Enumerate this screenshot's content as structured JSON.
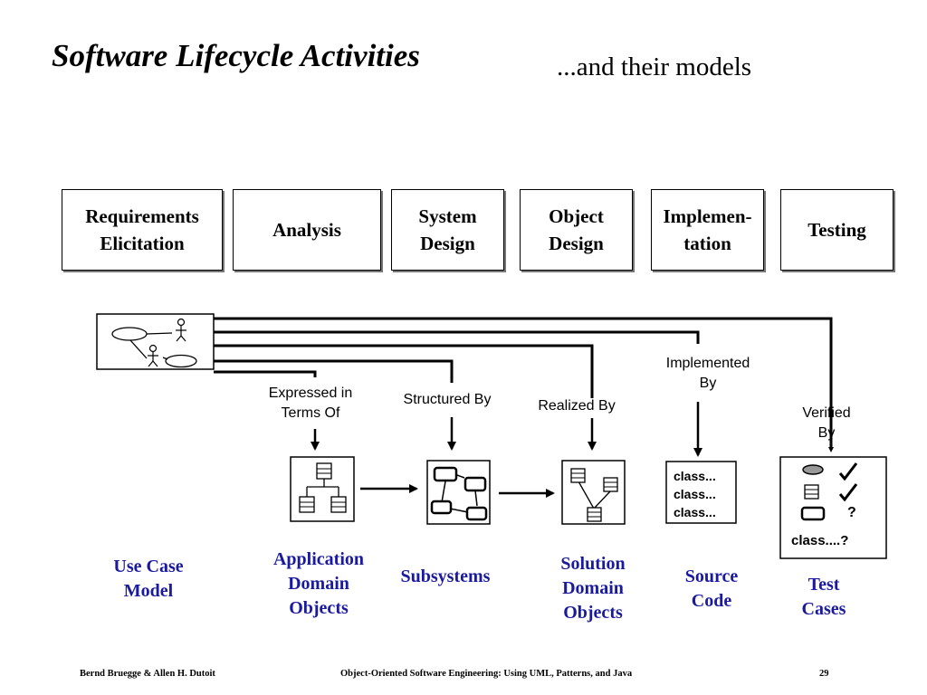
{
  "header": {
    "title": "Software Lifecycle Activities",
    "subtitle": "...and their models"
  },
  "activities": [
    {
      "label": "Requirements\nElicitation"
    },
    {
      "label": "Analysis"
    },
    {
      "label": "System\nDesign"
    },
    {
      "label": "Object\nDesign"
    },
    {
      "label": "Implemen-\ntation"
    },
    {
      "label": "Testing"
    }
  ],
  "relations": {
    "expressed": "Expressed in\nTerms Of",
    "structured": "Structured By",
    "realized": "Realized By",
    "implemented": "Implemented\nBy",
    "verified": "Verified\nBy"
  },
  "source_code": {
    "lines": "class...\nclass...\nclass..."
  },
  "test_cases": {
    "question_mark": "?",
    "last_line": "class....?"
  },
  "models": {
    "use_case": "Use Case\nModel",
    "application": "Application\nDomain\nObjects",
    "subsystems": "Subsystems",
    "solution": "Solution\nDomain\nObjects",
    "source": "Source\nCode",
    "test": "Test\nCases"
  },
  "colors": {
    "model_text": "#1a1aa0"
  },
  "footer": {
    "authors": "Bernd Bruegge & Allen H. Dutoit",
    "book": "Object-Oriented Software Engineering: Using UML, Patterns, and Java",
    "page": "29"
  }
}
